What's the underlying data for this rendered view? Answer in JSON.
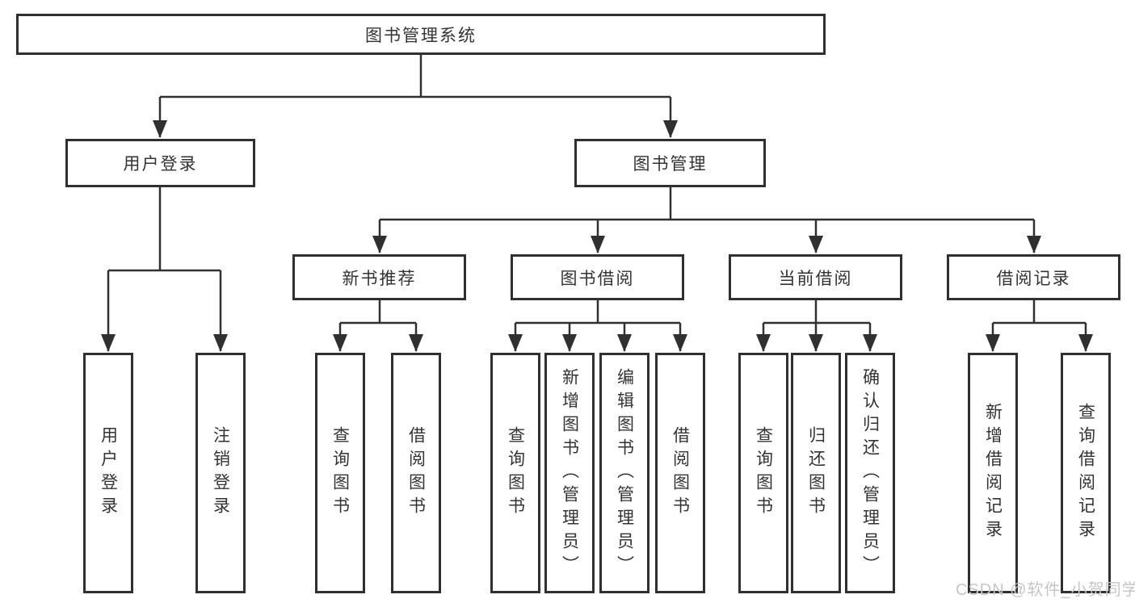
{
  "tree": {
    "label": "图书管理系统",
    "children": [
      {
        "label": "用户登录",
        "children": [
          {
            "label": "用户登录"
          },
          {
            "label": "注销登录"
          }
        ]
      },
      {
        "label": "图书管理",
        "children": [
          {
            "label": "新书推荐",
            "children": [
              {
                "label": "查询图书"
              },
              {
                "label": "借阅图书"
              }
            ]
          },
          {
            "label": "图书借阅",
            "children": [
              {
                "label": "查询图书"
              },
              {
                "label": "新增图书（管理员）"
              },
              {
                "label": "编辑图书（管理员）"
              },
              {
                "label": "借阅图书"
              }
            ]
          },
          {
            "label": "当前借阅",
            "children": [
              {
                "label": "查询图书"
              },
              {
                "label": "归还图书"
              },
              {
                "label": "确认归还（管理员）"
              }
            ]
          },
          {
            "label": "借阅记录",
            "children": [
              {
                "label": "新增借阅记录"
              },
              {
                "label": "查询借阅记录"
              }
            ]
          }
        ]
      }
    ]
  },
  "watermark": {
    "text": "CSDN @软件_小贺同学"
  },
  "colors": {
    "line": "#303030",
    "text": "#333333",
    "background": "#ffffff",
    "watermark": "#c6c6c6"
  }
}
